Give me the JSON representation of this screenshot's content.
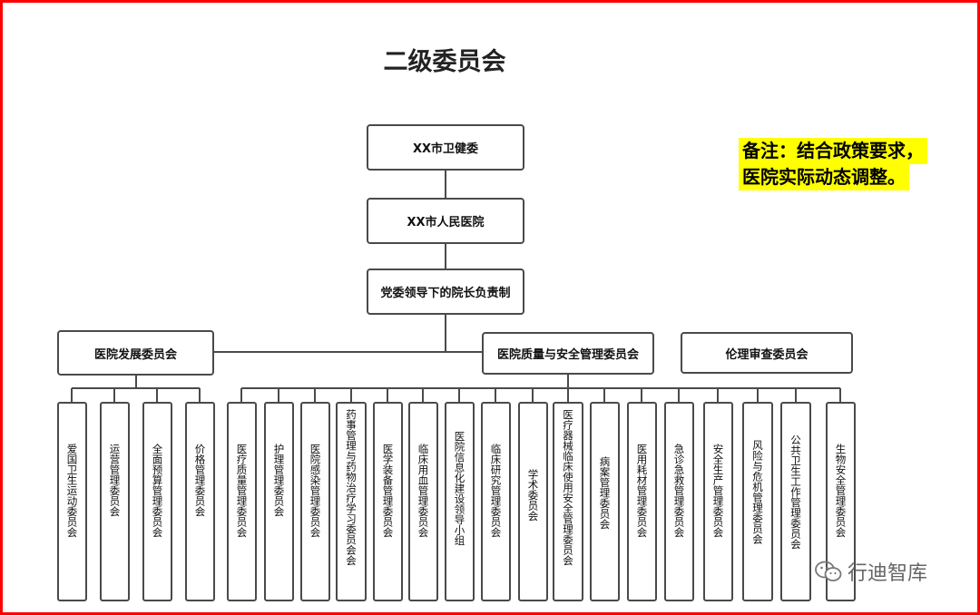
{
  "title": "二级委员会",
  "note": [
    "备注：结合政策要求，",
    "医院实际动态调整。"
  ],
  "top_nodes": [
    "XX市卫健委",
    "XX市人民医院",
    "党委领导下的院长负责制"
  ],
  "groups": [
    {
      "label": "医院发展委员会",
      "children": [
        "爱国卫生运动委员会",
        "运营管理委员会",
        "全面预算管理委员会",
        "价格管理委员会"
      ]
    },
    {
      "label": "医院质量与安全管理委员会",
      "children": [
        "医疗质量管理委员会",
        "护理管理委员会",
        "医院感染管理委员会",
        "药事管理与药物治疗学习委员会会",
        "医学装备管理委员会",
        "临床用血管理委员会",
        "医院信息化建设领导小组",
        "临床研究管理委员会",
        "学术委员会",
        "医疗器械临床使用安全管理委员会",
        "病案管理委员会",
        "医用耗材管理委员会",
        "急诊急救管理委员会",
        "安全生产管理委员会",
        "风险与危机管理委员会",
        "公共卫生工作管理委员会",
        "生物安全管理委员会"
      ]
    },
    {
      "label": "伦理审查委员会",
      "children": []
    }
  ],
  "watermark": "行迪智库",
  "colors": {
    "frame": "#ff0000",
    "note_bg": "#ffff00",
    "line": "#4a4a4a"
  }
}
